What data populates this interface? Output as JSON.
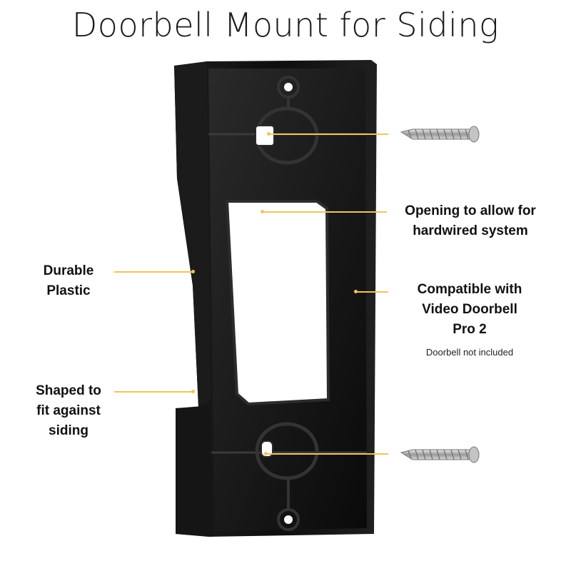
{
  "title": "Doorbell Mount for Siding",
  "callouts": {
    "opening": [
      "Opening to allow for",
      "hardwired system"
    ],
    "durable": [
      "Durable",
      "Plastic"
    ],
    "compatible": [
      "Compatible with",
      "Video Doorbell",
      "Pro 2"
    ],
    "shaped": [
      "Shaped to",
      "fit against",
      "siding"
    ],
    "note": "Doorbell not included"
  },
  "colors": {
    "accent": "#f2c45a",
    "mount": "#111111"
  }
}
